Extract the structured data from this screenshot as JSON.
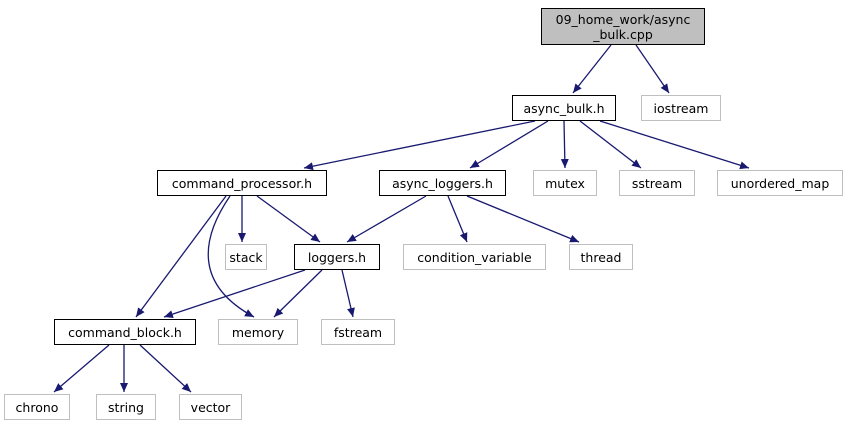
{
  "diagram": {
    "colors": {
      "edge": "#191970",
      "root_fill": "#bfbfbf",
      "solid_border": "#000000",
      "system_border": "#bfbfbf"
    },
    "nodes": [
      {
        "id": "root",
        "label": "09_home_work/async\n_bulk.cpp",
        "kind": "root"
      },
      {
        "id": "async_bulk",
        "label": "async_bulk.h",
        "kind": "solid"
      },
      {
        "id": "iostream",
        "label": "iostream",
        "kind": "dim"
      },
      {
        "id": "command_processor",
        "label": "command_processor.h",
        "kind": "solid"
      },
      {
        "id": "async_loggers",
        "label": "async_loggers.h",
        "kind": "solid"
      },
      {
        "id": "mutex",
        "label": "mutex",
        "kind": "dim"
      },
      {
        "id": "sstream",
        "label": "sstream",
        "kind": "dim"
      },
      {
        "id": "unordered_map",
        "label": "unordered_map",
        "kind": "dim"
      },
      {
        "id": "stack",
        "label": "stack",
        "kind": "dim"
      },
      {
        "id": "loggers",
        "label": "loggers.h",
        "kind": "solid"
      },
      {
        "id": "condition_variable",
        "label": "condition_variable",
        "kind": "dim"
      },
      {
        "id": "thread",
        "label": "thread",
        "kind": "dim"
      },
      {
        "id": "command_block",
        "label": "command_block.h",
        "kind": "solid"
      },
      {
        "id": "memory",
        "label": "memory",
        "kind": "dim"
      },
      {
        "id": "fstream",
        "label": "fstream",
        "kind": "dim"
      },
      {
        "id": "chrono",
        "label": "chrono",
        "kind": "dim"
      },
      {
        "id": "string",
        "label": "string",
        "kind": "dim"
      },
      {
        "id": "vector",
        "label": "vector",
        "kind": "dim"
      }
    ],
    "edges": [
      {
        "from": "root",
        "to": "async_bulk"
      },
      {
        "from": "root",
        "to": "iostream"
      },
      {
        "from": "async_bulk",
        "to": "command_processor"
      },
      {
        "from": "async_bulk",
        "to": "async_loggers"
      },
      {
        "from": "async_bulk",
        "to": "mutex"
      },
      {
        "from": "async_bulk",
        "to": "sstream"
      },
      {
        "from": "async_bulk",
        "to": "unordered_map"
      },
      {
        "from": "command_processor",
        "to": "command_block"
      },
      {
        "from": "command_processor",
        "to": "memory"
      },
      {
        "from": "command_processor",
        "to": "stack"
      },
      {
        "from": "command_processor",
        "to": "loggers"
      },
      {
        "from": "async_loggers",
        "to": "loggers"
      },
      {
        "from": "async_loggers",
        "to": "condition_variable"
      },
      {
        "from": "async_loggers",
        "to": "thread"
      },
      {
        "from": "loggers",
        "to": "command_block"
      },
      {
        "from": "loggers",
        "to": "memory"
      },
      {
        "from": "loggers",
        "to": "fstream"
      },
      {
        "from": "command_block",
        "to": "chrono"
      },
      {
        "from": "command_block",
        "to": "string"
      },
      {
        "from": "command_block",
        "to": "vector"
      }
    ]
  }
}
